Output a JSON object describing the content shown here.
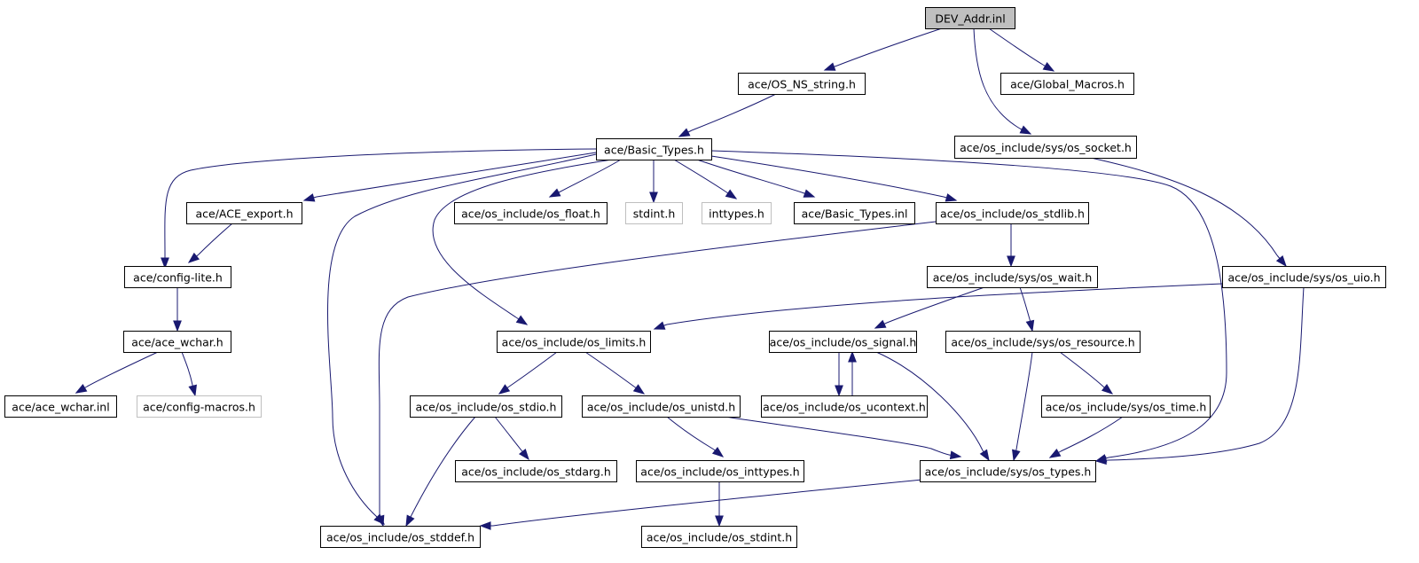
{
  "colors": {
    "edge": "#191970",
    "root_fill": "#bfbfbf",
    "node_fill": "#ffffff",
    "border_solid": "#000000",
    "border_missing": "#bfbfbf"
  },
  "nodes": [
    {
      "id": "dev_addr_inl",
      "label": "DEV_Addr.inl",
      "style": "root"
    },
    {
      "id": "os_ns_string_h",
      "label": "ace/OS_NS_string.h",
      "style": "normal"
    },
    {
      "id": "global_macros_h",
      "label": "ace/Global_Macros.h",
      "style": "normal"
    },
    {
      "id": "basic_types_h",
      "label": "ace/Basic_Types.h",
      "style": "normal"
    },
    {
      "id": "sys_os_socket_h",
      "label": "ace/os_include/sys/os_socket.h",
      "style": "normal"
    },
    {
      "id": "ace_export_h",
      "label": "ace/ACE_export.h",
      "style": "normal"
    },
    {
      "id": "os_float_h",
      "label": "ace/os_include/os_float.h",
      "style": "normal"
    },
    {
      "id": "stdint_h",
      "label": "stdint.h",
      "style": "missing"
    },
    {
      "id": "inttypes_h",
      "label": "inttypes.h",
      "style": "missing"
    },
    {
      "id": "basic_types_inl",
      "label": "ace/Basic_Types.inl",
      "style": "normal"
    },
    {
      "id": "os_stdlib_h",
      "label": "ace/os_include/os_stdlib.h",
      "style": "normal"
    },
    {
      "id": "config_lite_h",
      "label": "ace/config-lite.h",
      "style": "normal"
    },
    {
      "id": "sys_os_wait_h",
      "label": "ace/os_include/sys/os_wait.h",
      "style": "normal"
    },
    {
      "id": "sys_os_uio_h",
      "label": "ace/os_include/sys/os_uio.h",
      "style": "normal"
    },
    {
      "id": "ace_wchar_h",
      "label": "ace/ace_wchar.h",
      "style": "normal"
    },
    {
      "id": "os_limits_h",
      "label": "ace/os_include/os_limits.h",
      "style": "normal"
    },
    {
      "id": "os_signal_h",
      "label": "ace/os_include/os_signal.h",
      "style": "normal"
    },
    {
      "id": "sys_os_resource_h",
      "label": "ace/os_include/sys/os_resource.h",
      "style": "normal"
    },
    {
      "id": "ace_wchar_inl",
      "label": "ace/ace_wchar.inl",
      "style": "normal"
    },
    {
      "id": "config_macros_h",
      "label": "ace/config-macros.h",
      "style": "missing"
    },
    {
      "id": "os_stdio_h",
      "label": "ace/os_include/os_stdio.h",
      "style": "normal"
    },
    {
      "id": "os_unistd_h",
      "label": "ace/os_include/os_unistd.h",
      "style": "normal"
    },
    {
      "id": "os_ucontext_h",
      "label": "ace/os_include/os_ucontext.h",
      "style": "normal"
    },
    {
      "id": "sys_os_time_h",
      "label": "ace/os_include/sys/os_time.h",
      "style": "normal"
    },
    {
      "id": "os_stdarg_h",
      "label": "ace/os_include/os_stdarg.h",
      "style": "normal"
    },
    {
      "id": "os_inttypes_h",
      "label": "ace/os_include/os_inttypes.h",
      "style": "normal"
    },
    {
      "id": "sys_os_types_h",
      "label": "ace/os_include/sys/os_types.h",
      "style": "normal"
    },
    {
      "id": "os_stddef_h",
      "label": "ace/os_include/os_stddef.h",
      "style": "normal"
    },
    {
      "id": "os_stdint_h",
      "label": "ace/os_include/os_stdint.h",
      "style": "normal"
    }
  ],
  "edges": [
    {
      "from": "dev_addr_inl",
      "to": "os_ns_string_h"
    },
    {
      "from": "dev_addr_inl",
      "to": "global_macros_h"
    },
    {
      "from": "dev_addr_inl",
      "to": "sys_os_socket_h"
    },
    {
      "from": "os_ns_string_h",
      "to": "basic_types_h"
    },
    {
      "from": "basic_types_h",
      "to": "config_lite_h"
    },
    {
      "from": "basic_types_h",
      "to": "ace_export_h"
    },
    {
      "from": "basic_types_h",
      "to": "os_stddef_h"
    },
    {
      "from": "basic_types_h",
      "to": "os_limits_h"
    },
    {
      "from": "basic_types_h",
      "to": "os_float_h"
    },
    {
      "from": "basic_types_h",
      "to": "stdint_h"
    },
    {
      "from": "basic_types_h",
      "to": "inttypes_h"
    },
    {
      "from": "basic_types_h",
      "to": "basic_types_inl"
    },
    {
      "from": "basic_types_h",
      "to": "os_stdlib_h"
    },
    {
      "from": "basic_types_h",
      "to": "sys_os_types_h"
    },
    {
      "from": "ace_export_h",
      "to": "config_lite_h"
    },
    {
      "from": "config_lite_h",
      "to": "ace_wchar_h"
    },
    {
      "from": "ace_wchar_h",
      "to": "ace_wchar_inl"
    },
    {
      "from": "ace_wchar_h",
      "to": "config_macros_h"
    },
    {
      "from": "os_stdlib_h",
      "to": "os_stddef_h"
    },
    {
      "from": "os_stdlib_h",
      "to": "sys_os_wait_h"
    },
    {
      "from": "sys_os_socket_h",
      "to": "sys_os_uio_h"
    },
    {
      "from": "sys_os_wait_h",
      "to": "os_signal_h"
    },
    {
      "from": "sys_os_wait_h",
      "to": "sys_os_resource_h"
    },
    {
      "from": "sys_os_uio_h",
      "to": "os_limits_h"
    },
    {
      "from": "sys_os_uio_h",
      "to": "sys_os_types_h"
    },
    {
      "from": "os_limits_h",
      "to": "os_stdio_h"
    },
    {
      "from": "os_limits_h",
      "to": "os_unistd_h"
    },
    {
      "from": "os_signal_h",
      "to": "os_ucontext_h"
    },
    {
      "from": "os_ucontext_h",
      "to": "os_signal_h"
    },
    {
      "from": "os_signal_h",
      "to": "sys_os_types_h"
    },
    {
      "from": "sys_os_resource_h",
      "to": "sys_os_types_h"
    },
    {
      "from": "sys_os_resource_h",
      "to": "sys_os_time_h"
    },
    {
      "from": "sys_os_time_h",
      "to": "sys_os_types_h"
    },
    {
      "from": "os_stdio_h",
      "to": "os_stddef_h"
    },
    {
      "from": "os_stdio_h",
      "to": "os_stdarg_h"
    },
    {
      "from": "os_unistd_h",
      "to": "os_inttypes_h"
    },
    {
      "from": "os_unistd_h",
      "to": "sys_os_types_h"
    },
    {
      "from": "os_inttypes_h",
      "to": "os_stdint_h"
    },
    {
      "from": "sys_os_types_h",
      "to": "os_stddef_h"
    }
  ]
}
